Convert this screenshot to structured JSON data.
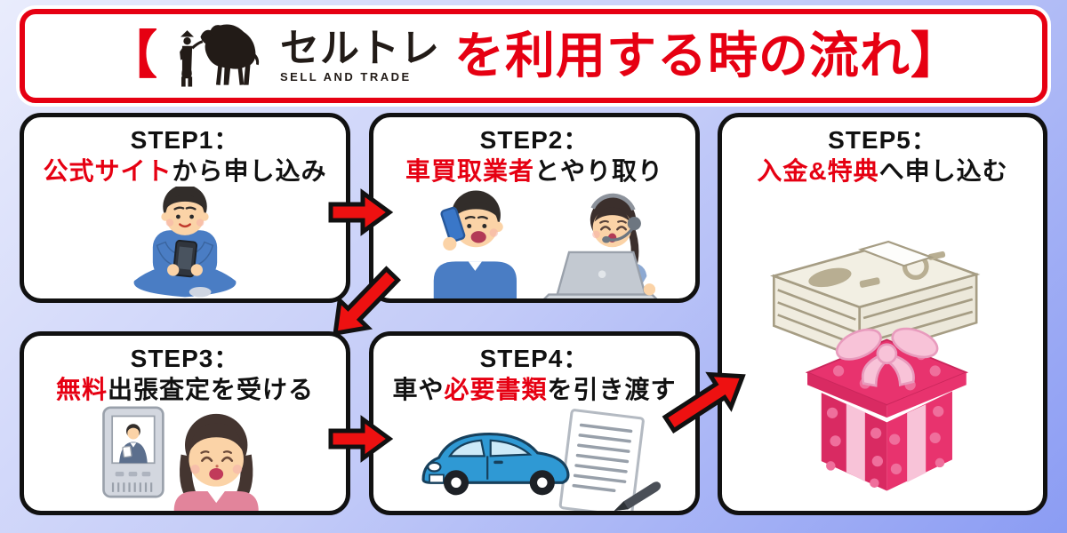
{
  "banner": {
    "bracket_open": "【",
    "brand": {
      "name": "セルトレ",
      "subtitle": "SELL AND TRADE",
      "icon": "camel-and-handler-silhouette"
    },
    "title_rest": "を利用する時の流れ】"
  },
  "steps": [
    {
      "label": "STEP1：",
      "pre": "",
      "highlight": "公式サイト",
      "post": "から申し込み",
      "illustration": "man-sitting-with-smartphone"
    },
    {
      "label": "STEP2：",
      "pre": "",
      "highlight": "車買取業者",
      "post": "とやり取り",
      "illustration": "man-on-phone-and-call-center-operator"
    },
    {
      "label": "STEP3：",
      "pre": "",
      "highlight": "無料",
      "post": "出張査定を受ける",
      "illustration": "woman-answering-video-intercom"
    },
    {
      "label": "STEP4：",
      "pre": "車や",
      "highlight": "必要書類",
      "post": "を引き渡す",
      "illustration": "blue-car-and-signed-documents"
    },
    {
      "label": "STEP5：",
      "pre": "",
      "highlight": "入金&特典",
      "post": "へ申し込む",
      "illustration": "money-stack-and-gift-box"
    }
  ],
  "colors": {
    "accent_red": "#e60012",
    "arrow_red": "#ee1111",
    "card_border": "#111111",
    "background_start": "#e9ecfc",
    "background_end": "#8b9cf3"
  }
}
